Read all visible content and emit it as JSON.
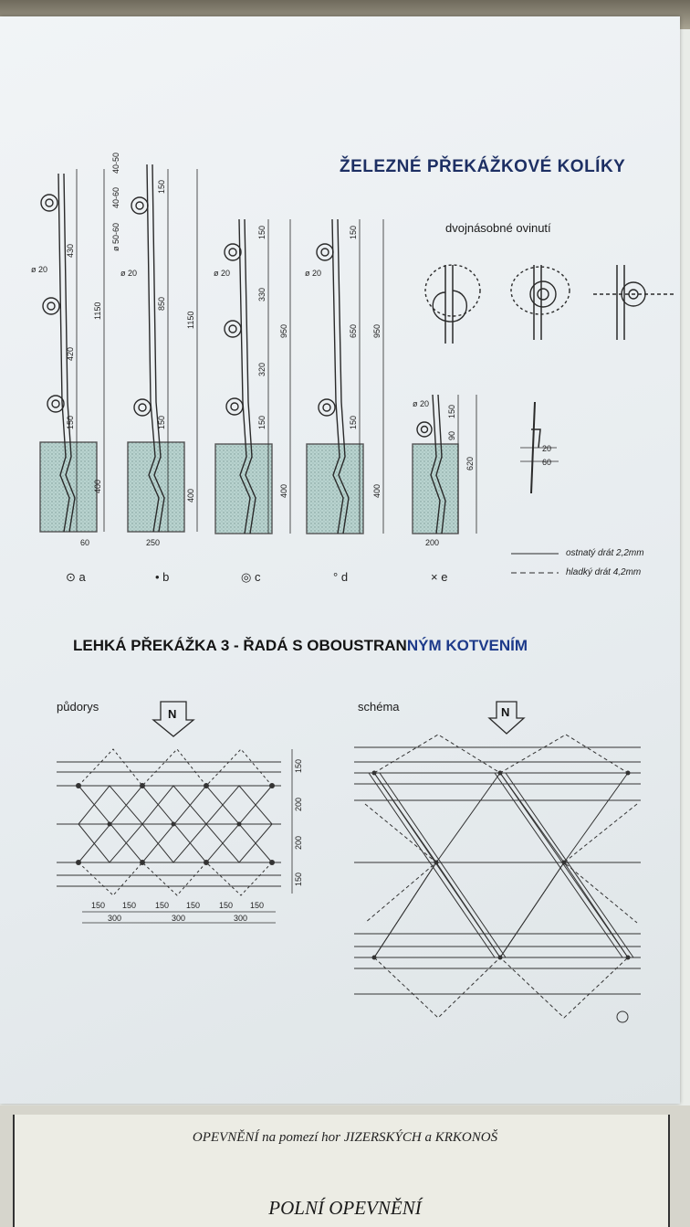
{
  "title_top": "ŽELEZNÉ PŘEKÁŽKOVÉ KOLÍKY",
  "subtitle_double": "dvojnásobné ovinutí",
  "pole_labels": [
    "a",
    "b",
    "c",
    "d",
    "e"
  ],
  "dimensions": {
    "a": [
      "ø 20",
      "430",
      "1150",
      "420",
      "150",
      "400",
      "60"
    ],
    "b": [
      "40-50",
      "40-60",
      "ø 50-60",
      "ø 20",
      "150",
      "850",
      "1150",
      "150",
      "400",
      "250"
    ],
    "c": [
      "ø 20",
      "150",
      "330",
      "950",
      "320",
      "150",
      "400"
    ],
    "d": [
      "ø 20",
      "150",
      "650",
      "950",
      "150",
      "400"
    ],
    "e": [
      "ø 20",
      "150",
      "90",
      "620",
      "200"
    ],
    "detail": [
      "20",
      "60"
    ]
  },
  "legend": {
    "barbed": "ostnatý drát 2,2mm",
    "smooth": "hladký drát 4,2mm"
  },
  "title_bottom_black": "LEHKÁ PŘEKÁŽKA 3 - ŘADÁ S OBOUSTRAN",
  "title_bottom_blue": "NÝM KOTVENÍM",
  "plan_label": "půdorys",
  "schema_label": "schéma",
  "north": "N",
  "plan_dims_right": [
    "150",
    "200",
    "200",
    "150"
  ],
  "plan_dims_bottom_top": [
    "150",
    "150",
    "150",
    "150",
    "150",
    "150"
  ],
  "plan_dims_bottom": [
    "300",
    "300",
    "300"
  ],
  "footer_subtitle": "OPEVNĚNÍ na pomezí hor JIZERSKÝCH a KRKONOŠ",
  "footer_title": "POLNÍ OPEVNĚNÍ"
}
